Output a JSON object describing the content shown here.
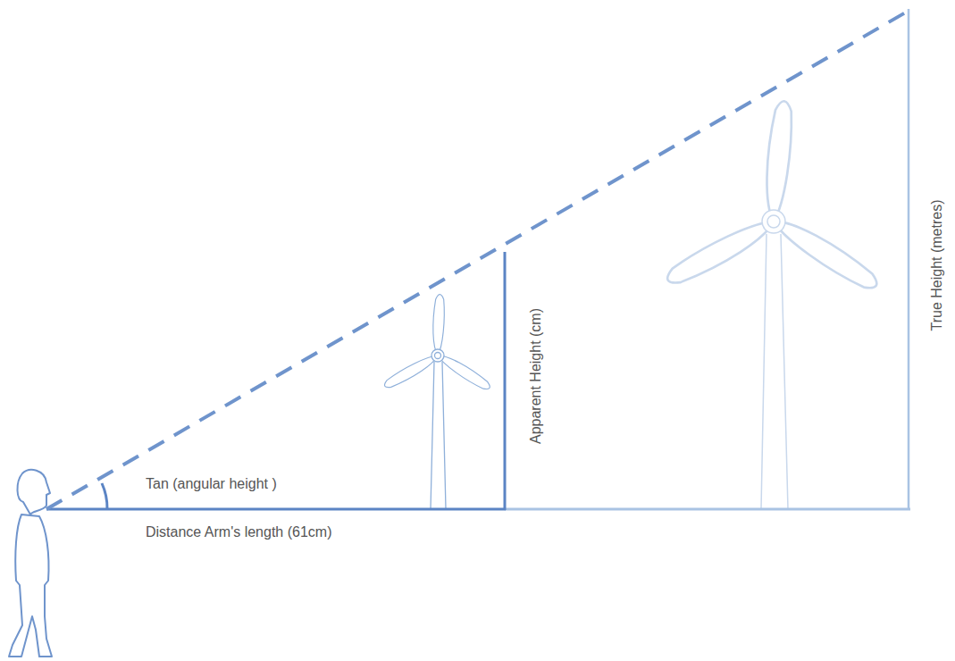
{
  "diagram": {
    "labels": [
      "Tan (angular height )",
      "Distance Arm's length (61cm)",
      "Apparent Height (cm)",
      "True Height (metres)"
    ]
  }
}
